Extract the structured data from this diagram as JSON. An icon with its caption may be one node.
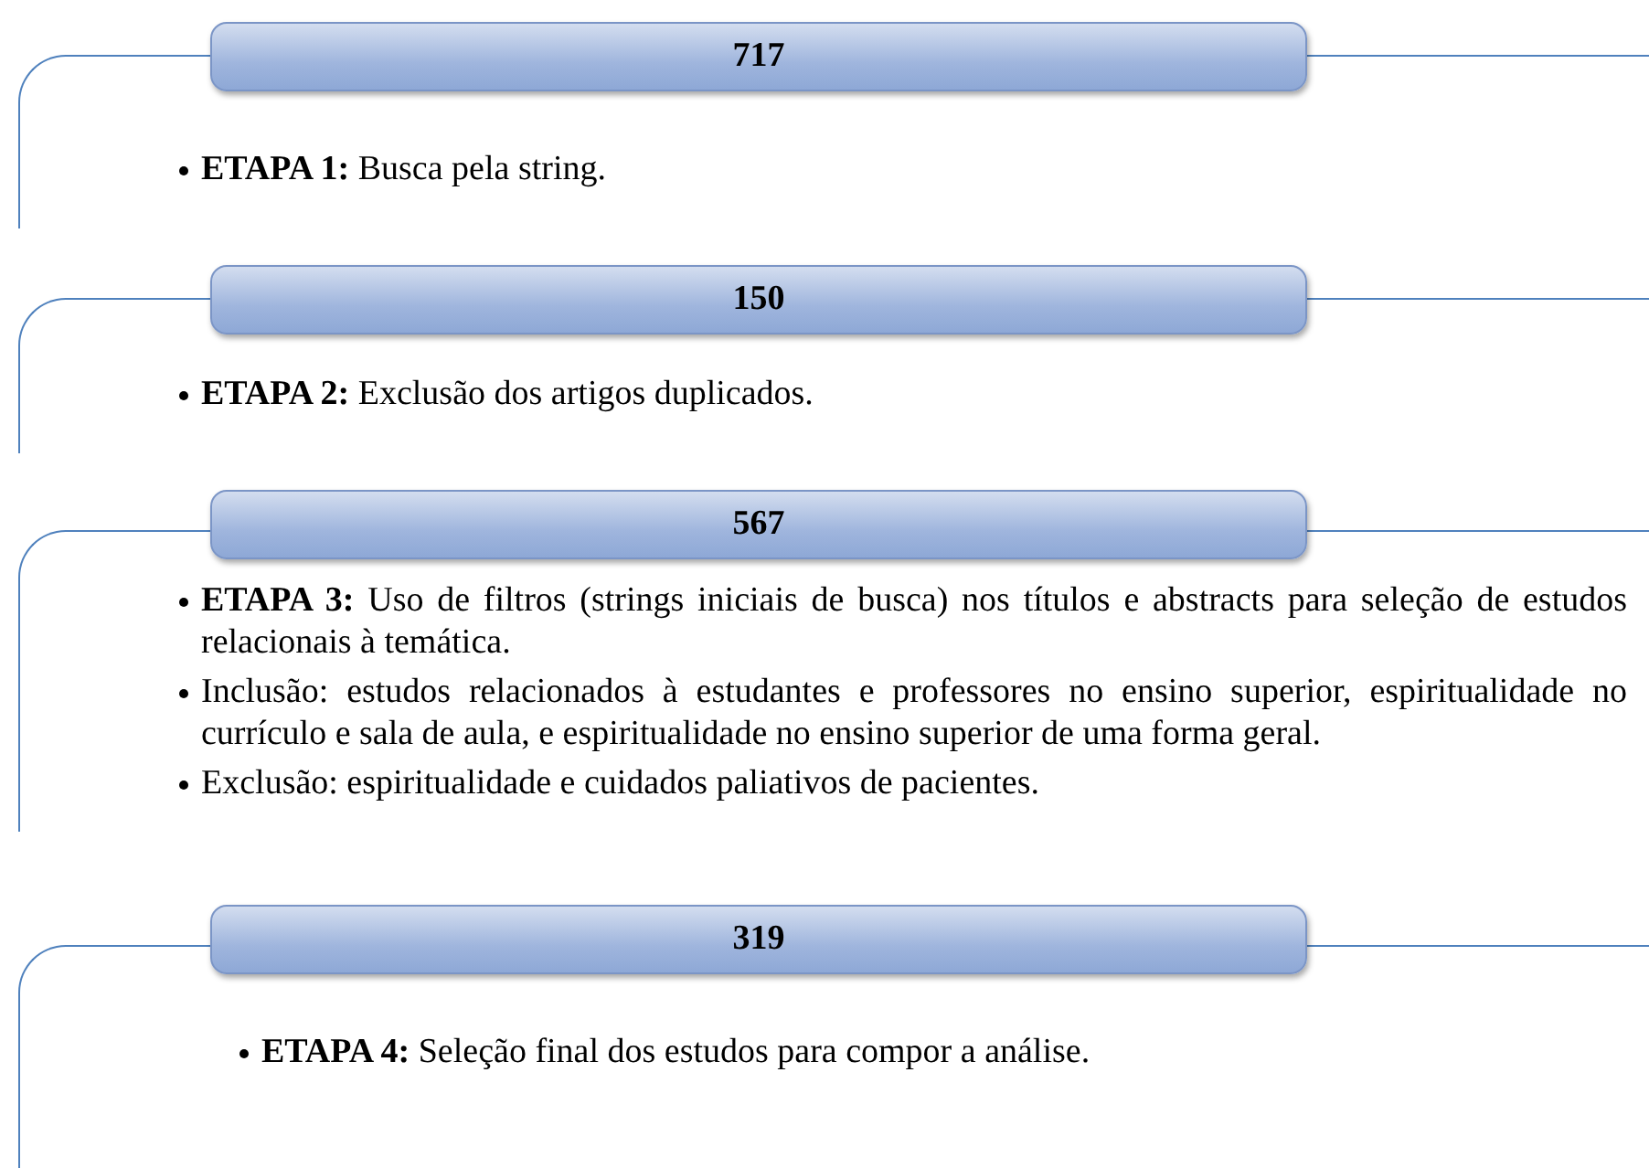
{
  "diagram": {
    "nodes": [
      {
        "text": [
          "717"
        ]
      },
      {
        "text": [
          "**ETAPA 1:** Busca pela string."
        ]
      },
      {
        "text": [
          "150"
        ]
      },
      {
        "text": [
          "**ETAPA 2:** Exclusão dos artigos duplicados."
        ]
      },
      {
        "text": [
          "567"
        ]
      },
      {
        "text": [
          "**ETAPA 3:** Uso de filtros (strings iniciais de busca) nos títulos e abstracts para seleção de estudos relacionais à temática.",
          "Inclusão: estudos relacionados à estudantes e professores no ensino superior, espiritualidade no currículo e sala de aula, e espiritualidade no ensino superior de uma forma geral.",
          "Exclusão: espiritualidade e cuidados paliativos de pacientes."
        ]
      },
      {
        "text": [
          "319"
        ]
      },
      {
        "text": [
          "**ETAPA 4:** Seleção final dos estudos para compor a análise."
        ]
      }
    ]
  }
}
